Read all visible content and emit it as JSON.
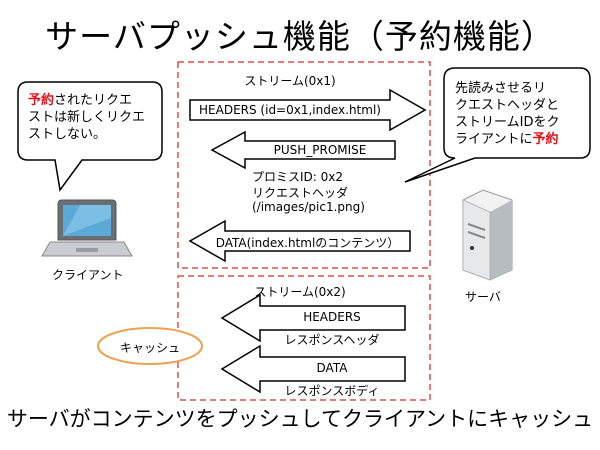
{
  "title": "サーバプッシュ機能（予約機能）",
  "caption": "サーバがコンテンツをプッシュしてクライアントにキャッシュ",
  "client": {
    "label": "クライアント",
    "bubble_highlight": "予約",
    "bubble_line1_rest": "されたリクエ",
    "bubble_line2": "ストは新しくリクエ",
    "bubble_line3": "ストしない。"
  },
  "server": {
    "label": "サーバ",
    "bubble_line1": "先読みさせるリ",
    "bubble_line2": "クエストヘッダと",
    "bubble_line3": "ストリームIDをク",
    "bubble_line4_rest": "ライアントに",
    "bubble_highlight": "予約"
  },
  "stream1": {
    "label": "ストリーム(0x1)",
    "headers": "HEADERS (id=0x1,index.html)",
    "push_promise": "PUSH_PROMISE",
    "promise_id": "プロミスID: 0x2",
    "request_header": "リクエストヘッダ",
    "path": "(/images/pic1.png)",
    "data": "DATA(index.htmlのコンテンツ）"
  },
  "stream2": {
    "label": "ストリーム(0x2)",
    "headers": "HEADERS",
    "headers_sub": "レスポンスヘッダ",
    "data": "DATA",
    "data_sub": "レスポンスボディ"
  },
  "cache": {
    "label": "キャッシュ"
  },
  "colors": {
    "dash_box": "#d9534f",
    "ellipse": "#f0a050",
    "highlight": "#e8101a"
  }
}
